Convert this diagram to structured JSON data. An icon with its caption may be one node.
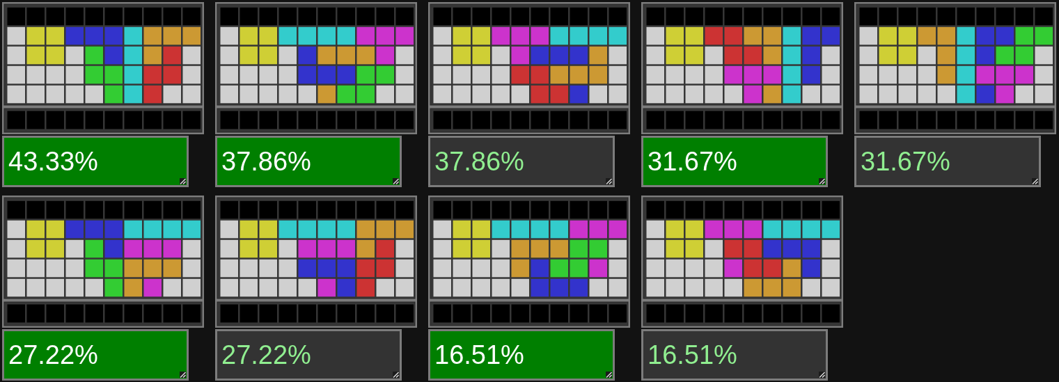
{
  "diagram": {
    "nodes": [
      {
        "text": [
          "43.33%"
        ]
      },
      {
        "text": [
          "37.86%"
        ]
      },
      {
        "text": [
          "37.86%"
        ]
      },
      {
        "text": [
          "31.67%"
        ]
      },
      {
        "text": [
          "31.67%"
        ]
      },
      {
        "text": [
          "27.22%"
        ]
      },
      {
        "text": [
          "27.22%"
        ]
      },
      {
        "text": [
          "16.51%"
        ]
      },
      {
        "text": [
          "16.51%"
        ]
      }
    ]
  }
}
